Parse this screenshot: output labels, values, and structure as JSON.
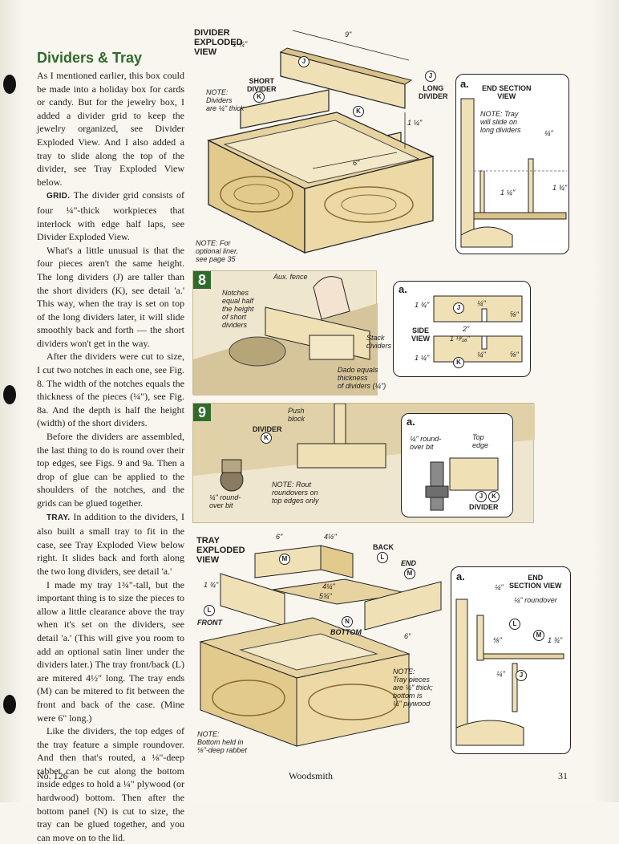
{
  "article": {
    "title": "Dividers & Tray",
    "paragraphs": [
      "As I mentioned earlier, this box could be made into a holiday box for cards or candy. But for the jewelry box, I added a divider grid to keep the jewelry organized, see Divider Exploded View. And I also added a tray to slide along the top of the divider, see Tray Exploded View below.",
      "The divider grid consists of four ¼\"-thick workpieces that interlock with edge half laps, see Divider Exploded View.",
      "What's a little unusual is that the four pieces aren't the same height. The long dividers (J) are taller than the short dividers (K), see detail 'a.' This way, when the tray is set on top of the long dividers later, it will slide smoothly back and forth — the short dividers won't get in the way.",
      "After the dividers were cut to size, I cut two notches in each one, see Fig. 8. The width of the notches equals the thickness of the pieces (¼\"), see Fig. 8a. And the depth is half the height (width) of the short dividers.",
      "Before the dividers are assembled, the last thing to do is round over their top edges, see Figs. 9 and 9a. Then a drop of glue can be applied to the shoulders of the notches, and the grids can be glued together.",
      "In addition to the dividers, I also built a small tray to fit in the case, see Tray Exploded View below right. It slides back and forth along the two long dividers, see detail 'a.'",
      "I made my tray 1¾\"-tall, but the important thing is to size the pieces to allow a little clearance above the tray when it's set on the dividers, see detail 'a.' (This will give you room to add an optional satin liner under the dividers later.) The tray front/back (L) are mitered 4½\" long. The tray ends (M) can be mitered to fit between the front and back of the case. (Mine were 6\" long.)",
      "Like the dividers, the top edges of the tray feature a simple roundover. And then that's routed, a ⅛\"-deep rabbet can be cut along the bottom inside edges to hold a ¼\" plywood (or hardwood) bottom. Then after the bottom panel (N) is cut to size, the tray can be glued together, and you can move on to the lid."
    ],
    "leads": [
      "GRID.",
      "TRAY."
    ]
  },
  "footer": {
    "left": "No. 126",
    "center": "Woodsmith",
    "right": "31"
  },
  "divider_view": {
    "heading": "DIVIDER\nEXPLODED\nVIEW",
    "dim_height": "1 ¾\"",
    "dim_length": "9\"",
    "dim_short_len": "6\"",
    "dim_short_h": "1 ¼\"",
    "short_label": "SHORT\nDIVIDER",
    "long_label": "LONG\nDIVIDER",
    "note": "NOTE:\nDividers\nare ¼\" thick",
    "note_liner": "NOTE: For\noptional liner,\nsee page 35",
    "parts": {
      "j": "J",
      "k": "K"
    }
  },
  "end_section_a": {
    "letter": "a.",
    "title": "END SECTION\nVIEW",
    "note": "NOTE: Tray\nwill slide on\nlong dividers",
    "dim_gap": "¼\"",
    "dim_k": "1 ¼\"",
    "dim_j": "1 ¾\""
  },
  "fig8": {
    "num": "8",
    "aux_fence": "Aux. fence",
    "notches": "Notches\nequal half\nthe height\nof short\ndividers",
    "stack": "Stack\ndividers",
    "dado": "Dado equals\nthickness\nof dividers (¼\")",
    "detail_letter": "a.",
    "side_view": "SIDE\nVIEW",
    "dim_j": "1 ¾\"",
    "dim_k": "1 ¼\"",
    "dim_quarter_top": "¼\"",
    "dim_58_top": "⅝\"",
    "dim_2": "2\"",
    "dim_1_13_16": "1 ¹³⁄₁₆\"",
    "dim_quarter_bot": "¼\"",
    "dim_58_bot": "⅝\""
  },
  "fig9": {
    "num": "9",
    "push_block": "Push\nblock",
    "divider": "DIVIDER",
    "note": "NOTE: Rout\nroundovers on\ntop edges only",
    "roundover_bit": "¼\" round-\nover bit",
    "detail_letter": "a.",
    "detail_bit": "¼\" round-\nover bit",
    "top_edge": "Top\nedge",
    "jk_divider": "DIVIDER"
  },
  "tray_view": {
    "heading": "TRAY\nEXPLODED\nVIEW",
    "dim_6": "6\"",
    "dim_4_5": "4½\"",
    "dim_height": "1 ¾\"",
    "dim_4_25": "4¼\"",
    "dim_5_75": "5¾\"",
    "dim_6_end": "6\"",
    "back": "BACK",
    "end": "END",
    "front": "FRONT",
    "bottom": "BOTTOM",
    "note_pieces": "NOTE:\nTray pieces\nare ¼\" thick;\nbottom is\n¼\" plywood",
    "note_bottom": "NOTE:\nBottom held in\n⅛\"-deep rabbet"
  },
  "end_section_b": {
    "letter": "a.",
    "title": "END\nSECTION VIEW",
    "dim_quarter": "¼\"",
    "roundover": "¼\" roundover",
    "dim_eighth": "⅛\"",
    "dim_tray": "1 ¾\"",
    "dim_bot": "¼\""
  },
  "colors": {
    "accent": "#2f6b2c",
    "wood": "#efe0b6",
    "wood_dark": "#c9a86a"
  }
}
